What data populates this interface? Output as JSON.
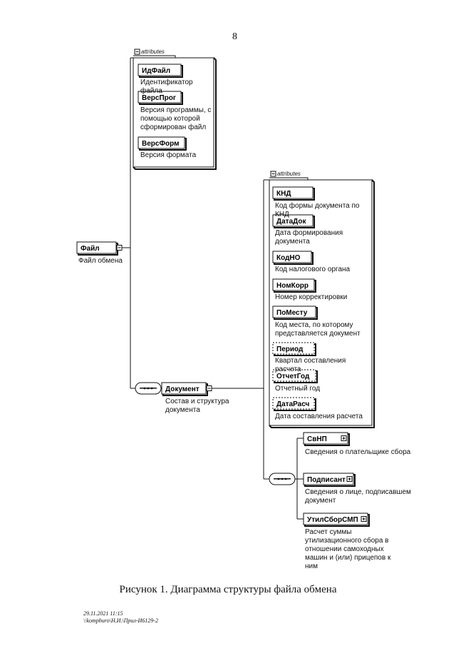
{
  "page_number": "8",
  "caption": "Рисунок 1. Диаграмма структуры файла обмена",
  "footer": {
    "line1": "29.11.2021 11:15",
    "line2": "\\\\kompburo\\Н.И.\\Прил-И6129-2"
  },
  "attributes_label": "attributes",
  "root": {
    "name": "Файл",
    "desc": "Файл обмена"
  },
  "file_attributes": [
    {
      "name": "ИдФайл",
      "desc": "Идентификатор файла"
    },
    {
      "name": "ВерсПрог",
      "desc": "Версия программы, с помощью которой сформирован файл"
    },
    {
      "name": "ВерсФорм",
      "desc": "Версия формата"
    }
  ],
  "document": {
    "name": "Документ",
    "desc": "Состав и структура документа"
  },
  "document_attributes": [
    {
      "name": "КНД",
      "desc": "Код формы документа по КНД",
      "optional": false
    },
    {
      "name": "ДатаДок",
      "desc": "Дата формирования документа",
      "optional": false
    },
    {
      "name": "КодНО",
      "desc": "Код налогового органа",
      "optional": false
    },
    {
      "name": "НомКорр",
      "desc": "Номер корректировки",
      "optional": false
    },
    {
      "name": "ПоМесту",
      "desc": "Код места, по которому представляется документ",
      "optional": false
    },
    {
      "name": "Период",
      "desc": "Квартал составления расчета",
      "optional": true
    },
    {
      "name": "ОтчетГод",
      "desc": "Отчетный год",
      "optional": true
    },
    {
      "name": "ДатаРасч",
      "desc": "Дата составления расчета",
      "optional": true
    }
  ],
  "document_children": [
    {
      "name": "СвНП",
      "desc": "Сведения о плательщике сбора"
    },
    {
      "name": "Подписант",
      "desc": "Сведения о лице, подписавшем документ"
    },
    {
      "name": "УтилСборСМП",
      "desc": "Расчет суммы утилизационного сбора в отношении самоходных машин и (или) прицепов к ним"
    }
  ]
}
